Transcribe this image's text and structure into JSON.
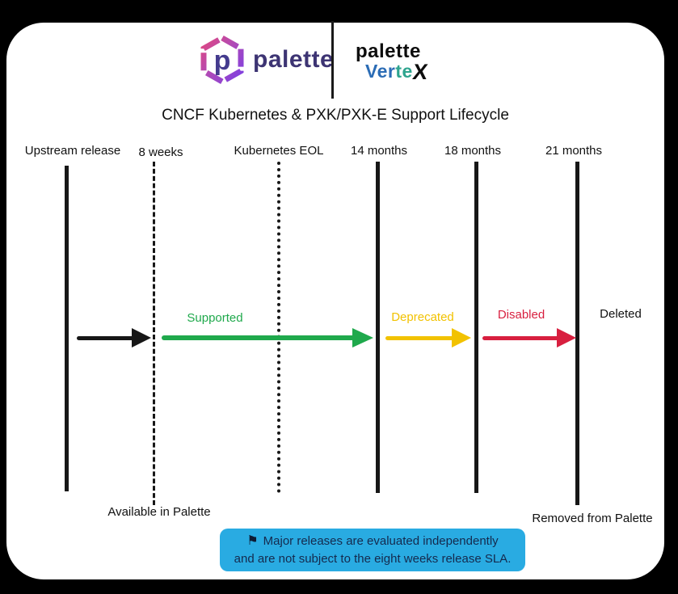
{
  "header": {
    "palette_wordmark": "palette",
    "vertex_line1": "palette",
    "vertex_ver": "Ver",
    "vertex_te": "te",
    "vertex_x": "X"
  },
  "title": "CNCF Kubernetes & PXK/PXK-E Support Lifecycle",
  "timeline": {
    "milestones": [
      {
        "label": "Upstream release",
        "line_style": "solid"
      },
      {
        "label": "8 weeks",
        "line_style": "dashed"
      },
      {
        "label": "Kubernetes EOL",
        "line_style": "dotted"
      },
      {
        "label": "14 months",
        "line_style": "solid"
      },
      {
        "label": "18 months",
        "line_style": "solid"
      },
      {
        "label": "21 months",
        "line_style": "solid"
      }
    ],
    "phases": [
      {
        "label": "Supported",
        "color": "#1fa94c"
      },
      {
        "label": "Deprecated",
        "color": "#f2c200"
      },
      {
        "label": "Disabled",
        "color": "#d81f3f"
      }
    ],
    "end_state": "Deleted",
    "available_label": "Available in Palette",
    "removed_label": "Removed from Palette"
  },
  "callout": {
    "icon": "flag-icon",
    "flag_glyph": "⚑",
    "line1": "Major releases are evaluated independently",
    "line2": "and are not subject to the eight weeks release SLA.",
    "background": "#29abe2",
    "text_color": "#152a4e"
  }
}
